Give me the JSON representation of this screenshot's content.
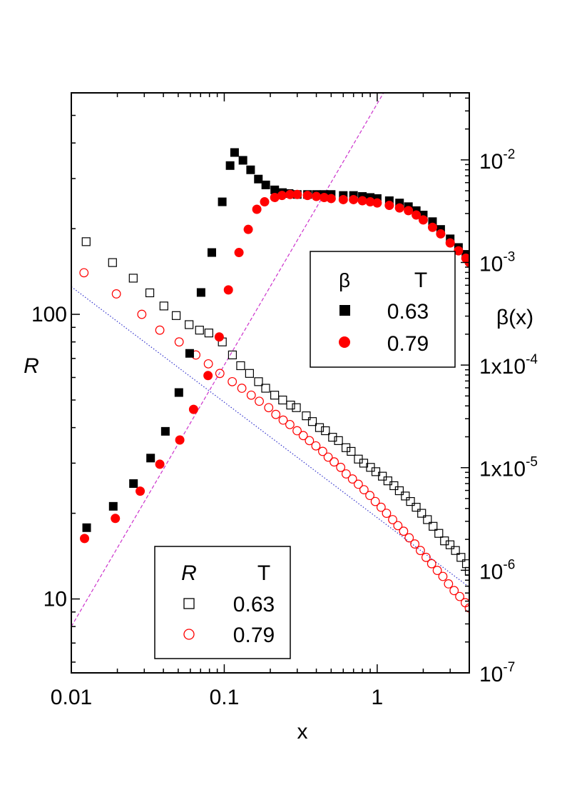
{
  "chart_data": {
    "type": "scatter",
    "xscale": "log",
    "xlim": [
      0.01,
      4
    ],
    "xlabel": "x",
    "xticks": [
      {
        "value": 0.01,
        "label": "0.01"
      },
      {
        "value": 0.1,
        "label": "0.1"
      },
      {
        "value": 1,
        "label": "1"
      }
    ],
    "left_axis": {
      "label": "R",
      "scale": "log",
      "lim": [
        5.5,
        600
      ],
      "ticks": [
        {
          "value": 10,
          "label": "10"
        },
        {
          "value": 100,
          "label": "100"
        }
      ]
    },
    "right_axis": {
      "label": "β(x)",
      "scale": "log",
      "lim": [
        1e-07,
        0.045
      ],
      "ticks": [
        {
          "value": 1e-07,
          "base": "10",
          "exp": "-7"
        },
        {
          "value": 1e-06,
          "base": "10",
          "exp": "-6"
        },
        {
          "value": 1e-05,
          "base": "1x10",
          "exp": "-5"
        },
        {
          "value": 0.0001,
          "base": "1x10",
          "exp": "-4"
        },
        {
          "value": 0.001,
          "base": "10",
          "exp": "-3"
        },
        {
          "value": 0.01,
          "base": "10",
          "exp": "-2"
        }
      ]
    },
    "legends": [
      {
        "name": "beta-legend",
        "header_symbol": "β",
        "header_col": "T",
        "entries": [
          {
            "label": "0.63",
            "marker": "filled-square",
            "color": "#000000"
          },
          {
            "label": "0.79",
            "marker": "filled-circle",
            "color": "#ff0000"
          }
        ]
      },
      {
        "name": "r-legend",
        "header_symbol": "R",
        "header_col": "T",
        "entries": [
          {
            "label": "0.63",
            "marker": "open-square",
            "color": "#000000"
          },
          {
            "label": "0.79",
            "marker": "open-circle",
            "color": "#ff0000"
          }
        ]
      }
    ],
    "series": [
      {
        "axis": "left",
        "marker": "open-square",
        "color": "#000000",
        "T": "0.63",
        "points": [
          [
            0.0125,
            180
          ],
          [
            0.0186,
            152
          ],
          [
            0.0254,
            134
          ],
          [
            0.0326,
            119
          ],
          [
            0.0403,
            107
          ],
          [
            0.0485,
            99
          ],
          [
            0.0589,
            92
          ],
          [
            0.0689,
            88
          ],
          [
            0.0793,
            86
          ],
          [
            0.0971,
            80
          ],
          [
            0.1131,
            72
          ],
          [
            0.128,
            66
          ],
          [
            0.1463,
            62
          ],
          [
            0.1675,
            58
          ],
          [
            0.1865,
            55
          ],
          [
            0.2135,
            52
          ],
          [
            0.2409,
            50
          ],
          [
            0.2716,
            48
          ],
          [
            0.2961,
            47
          ],
          [
            0.3437,
            44
          ],
          [
            0.3769,
            42
          ],
          [
            0.4195,
            40
          ],
          [
            0.4587,
            39
          ],
          [
            0.5108,
            37
          ],
          [
            0.5582,
            36
          ],
          [
            0.6246,
            34
          ],
          [
            0.6755,
            33
          ],
          [
            0.7531,
            31
          ],
          [
            0.8163,
            30
          ],
          [
            0.9039,
            29
          ],
          [
            0.9798,
            28
          ],
          [
            1.0814,
            27
          ],
          [
            1.1742,
            26
          ],
          [
            1.2863,
            25
          ],
          [
            1.3952,
            24
          ],
          [
            1.5275,
            23
          ],
          [
            1.6508,
            22
          ],
          [
            1.7983,
            21
          ],
          [
            1.9524,
            20
          ],
          [
            2.1299,
            19
          ],
          [
            2.3196,
            18
          ],
          [
            2.5281,
            17
          ],
          [
            2.7553,
            16
          ],
          [
            2.9934,
            15.5
          ],
          [
            3.2487,
            14.8
          ],
          [
            3.5288,
            14
          ],
          [
            3.8336,
            13.3
          ],
          [
            4.0,
            12.5
          ]
        ]
      },
      {
        "axis": "left",
        "marker": "open-circle",
        "color": "#ff0000",
        "T": "0.79",
        "points": [
          [
            0.0121,
            140
          ],
          [
            0.0197,
            118
          ],
          [
            0.0289,
            100
          ],
          [
            0.0379,
            88
          ],
          [
            0.0507,
            80
          ],
          [
            0.0652,
            72
          ],
          [
            0.0787,
            67
          ],
          [
            0.0936,
            62
          ],
          [
            0.1128,
            58
          ],
          [
            0.1303,
            55
          ],
          [
            0.1501,
            52
          ],
          [
            0.1694,
            49.5
          ],
          [
            0.1952,
            47
          ],
          [
            0.2173,
            44.5
          ],
          [
            0.2427,
            42.5
          ],
          [
            0.2685,
            41
          ],
          [
            0.2994,
            39
          ],
          [
            0.3285,
            37.5
          ],
          [
            0.3604,
            36
          ],
          [
            0.3973,
            34.5
          ],
          [
            0.4398,
            33
          ],
          [
            0.4779,
            31.5
          ],
          [
            0.5232,
            30.3
          ],
          [
            0.5771,
            29
          ],
          [
            0.6266,
            27.5
          ],
          [
            0.6889,
            26.4
          ],
          [
            0.7525,
            25.3
          ],
          [
            0.8195,
            24.2
          ],
          [
            0.8952,
            23.1
          ],
          [
            0.9712,
            22
          ],
          [
            1.0604,
            21
          ],
          [
            1.1506,
            20
          ],
          [
            1.2618,
            19
          ],
          [
            1.3651,
            18.1
          ],
          [
            1.4878,
            17.3
          ],
          [
            1.6187,
            16.4
          ],
          [
            1.7616,
            15.6
          ],
          [
            1.9157,
            14.8
          ],
          [
            2.0872,
            14
          ],
          [
            2.2697,
            13.3
          ],
          [
            2.4705,
            12.6
          ],
          [
            2.6876,
            12
          ],
          [
            2.925,
            11.3
          ],
          [
            3.1827,
            10.7
          ],
          [
            3.4638,
            10.2
          ],
          [
            3.7674,
            9.7
          ],
          [
            4.0,
            9.3
          ]
        ]
      },
      {
        "axis": "right",
        "marker": "filled-square",
        "color": "#000000",
        "T": "0.63",
        "points": [
          [
            0.0126,
            2.6e-06
          ],
          [
            0.0188,
            4.2e-06
          ],
          [
            0.0255,
            7e-06
          ],
          [
            0.033,
            1.24e-05
          ],
          [
            0.0412,
            2.26e-05
          ],
          [
            0.0505,
            5.4e-05
          ],
          [
            0.0594,
            0.00013
          ],
          [
            0.0705,
            0.00051
          ],
          [
            0.0829,
            0.00125
          ],
          [
            0.097,
            0.0039
          ],
          [
            0.1092,
            0.0088
          ],
          [
            0.1168,
            0.0118
          ],
          [
            0.1325,
            0.0099
          ],
          [
            0.1487,
            0.008
          ],
          [
            0.1671,
            0.0065
          ],
          [
            0.1868,
            0.0057
          ],
          [
            0.2138,
            0.0051
          ],
          [
            0.24,
            0.0048
          ],
          [
            0.2655,
            0.0047
          ],
          [
            0.3,
            0.0046
          ],
          [
            0.35,
            0.0046
          ],
          [
            0.4,
            0.0046
          ],
          [
            0.45,
            0.0046
          ],
          [
            0.5,
            0.0046
          ],
          [
            0.6,
            0.0045
          ],
          [
            0.7,
            0.0045
          ],
          [
            0.8,
            0.0044
          ],
          [
            0.9,
            0.0043
          ],
          [
            1.0,
            0.0042
          ],
          [
            1.2,
            0.004
          ],
          [
            1.4,
            0.0038
          ],
          [
            1.6,
            0.0035
          ],
          [
            1.8,
            0.0032
          ],
          [
            2.0,
            0.0029
          ],
          [
            2.3,
            0.0025
          ],
          [
            2.6,
            0.0021
          ],
          [
            3.0,
            0.0017
          ],
          [
            3.4,
            0.0014
          ],
          [
            3.8,
            0.0012
          ],
          [
            4.0,
            0.0011
          ]
        ]
      },
      {
        "axis": "right",
        "marker": "filled-circle",
        "color": "#ff0000",
        "T": "0.79",
        "points": [
          [
            0.0122,
            2.04e-06
          ],
          [
            0.0194,
            3.2e-06
          ],
          [
            0.0282,
            5.9e-06
          ],
          [
            0.0379,
            1.08e-05
          ],
          [
            0.0512,
            1.86e-05
          ],
          [
            0.063,
            3.7e-05
          ],
          [
            0.0783,
            7.9e-05
          ],
          [
            0.0927,
            0.000188
          ],
          [
            0.1064,
            0.00054
          ],
          [
            0.1248,
            0.00125
          ],
          [
            0.1435,
            0.0021
          ],
          [
            0.1633,
            0.0033
          ],
          [
            0.1835,
            0.0039
          ],
          [
            0.2138,
            0.0043
          ],
          [
            0.2385,
            0.0045
          ],
          [
            0.2695,
            0.0046
          ],
          [
            0.3,
            0.0046
          ],
          [
            0.35,
            0.0045
          ],
          [
            0.4,
            0.0044
          ],
          [
            0.45,
            0.0043
          ],
          [
            0.5,
            0.0042
          ],
          [
            0.6,
            0.0041
          ],
          [
            0.7,
            0.0041
          ],
          [
            0.8,
            0.004
          ],
          [
            0.9,
            0.0039
          ],
          [
            1.0,
            0.0038
          ],
          [
            1.2,
            0.0036
          ],
          [
            1.4,
            0.0034
          ],
          [
            1.6,
            0.0032
          ],
          [
            1.8,
            0.0029
          ],
          [
            2.0,
            0.0026
          ],
          [
            2.3,
            0.0022
          ],
          [
            2.6,
            0.0019
          ],
          [
            3.0,
            0.00155
          ],
          [
            3.4,
            0.0013
          ],
          [
            3.8,
            0.0011
          ],
          [
            4.0,
            0.001
          ]
        ]
      }
    ],
    "reference_lines": [
      {
        "axis": "left",
        "style": "dotted",
        "color": "#3333cc",
        "points": [
          [
            0.01,
            125
          ],
          [
            4.0,
            11
          ]
        ]
      },
      {
        "axis": "left",
        "style": "dashed",
        "color": "#cc33cc",
        "points": [
          [
            0.01,
            8.0
          ],
          [
            1.1,
            600
          ]
        ]
      }
    ]
  }
}
